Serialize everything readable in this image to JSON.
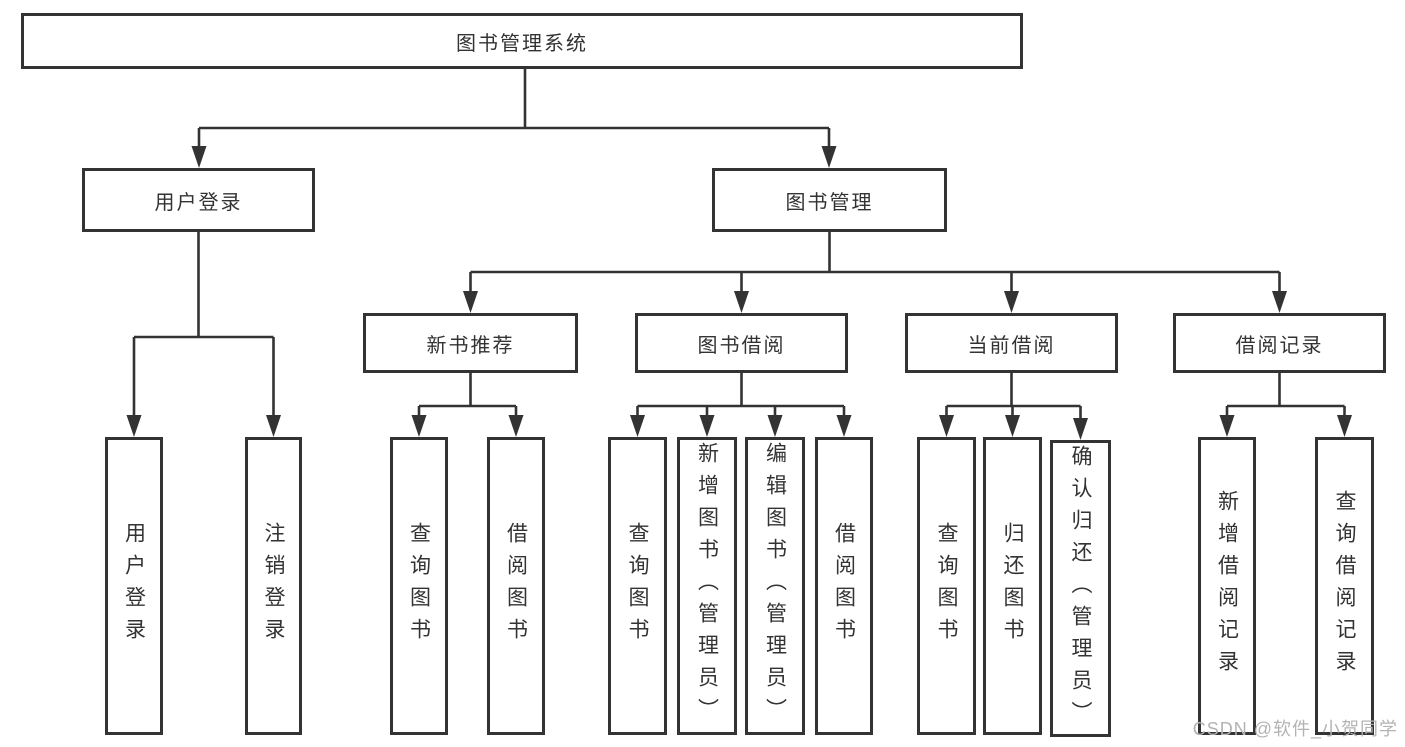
{
  "diagram": {
    "type": "tree-diagram",
    "colors": {
      "line": "#333333",
      "box_border": "#333333",
      "box_background": "#ffffff",
      "text": "#333333",
      "watermark": "#b3b3b3"
    },
    "watermark": "CSDN @软件_小贺同学",
    "nodes": {
      "root": "图书管理系统",
      "user_login": "用户登录",
      "book_mgmt": "图书管理",
      "new_book_rec": "新书推荐",
      "book_borrow": "图书借阅",
      "current_borrow": "当前借阅",
      "borrow_record": "借阅记录",
      "leaf_user_login": "用户登录",
      "leaf_logout": "注销登录",
      "leaf_rec_query": "查询图书",
      "leaf_rec_borrow": "借阅图书",
      "leaf_bor_query": "查询图书",
      "leaf_bor_add": "新增图书（管理员）",
      "leaf_bor_edit": "编辑图书（管理员）",
      "leaf_bor_borrow": "借阅图书",
      "leaf_cur_query": "查询图书",
      "leaf_cur_return": "归还图书",
      "leaf_cur_confirm": "确认归还（管理员）",
      "leaf_log_add": "新增借阅记录",
      "leaf_log_query": "查询借阅记录"
    },
    "hierarchy": {
      "root": [
        "user_login",
        "book_mgmt"
      ],
      "user_login": [
        "leaf_user_login",
        "leaf_logout"
      ],
      "book_mgmt": [
        "new_book_rec",
        "book_borrow",
        "current_borrow",
        "borrow_record"
      ],
      "new_book_rec": [
        "leaf_rec_query",
        "leaf_rec_borrow"
      ],
      "book_borrow": [
        "leaf_bor_query",
        "leaf_bor_add",
        "leaf_bor_edit",
        "leaf_bor_borrow"
      ],
      "current_borrow": [
        "leaf_cur_query",
        "leaf_cur_return",
        "leaf_cur_confirm"
      ],
      "borrow_record": [
        "leaf_log_add",
        "leaf_log_query"
      ]
    }
  }
}
